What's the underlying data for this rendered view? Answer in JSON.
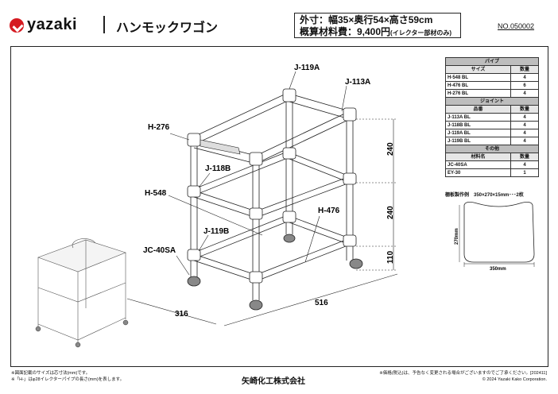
{
  "header": {
    "logo_text": "yazaki",
    "product_name": "ハンモックワゴン",
    "size_label": "外寸：幅35×奥行54×高さ59cm",
    "price_label": "概算材料費：9,400円",
    "price_note": "(イレクター部材のみ)",
    "doc_number": "NO.050002"
  },
  "drawing": {
    "labels": {
      "j119a": "J-119A",
      "j113a": "J-113A",
      "h276": "H-276",
      "j118b": "J-118B",
      "h548": "H-548",
      "h476": "H-476",
      "j119b": "J-119B",
      "jc40sa": "JC-40SA"
    },
    "dims": {
      "h1": "240",
      "h2": "240",
      "h3": "110",
      "width": "316",
      "depth": "516"
    }
  },
  "parts_table": {
    "pipe_title": "パイプ",
    "pipe_headers": [
      "サイズ",
      "数量"
    ],
    "pipes": [
      {
        "name": "H-548 BL",
        "qty": "4"
      },
      {
        "name": "H-476 BL",
        "qty": "6"
      },
      {
        "name": "H-276 BL",
        "qty": "4"
      }
    ],
    "joint_title": "ジョイント",
    "joint_headers": [
      "品番",
      "数量"
    ],
    "joints": [
      {
        "name": "J-113A BL",
        "qty": "4"
      },
      {
        "name": "J-118B BL",
        "qty": "4"
      },
      {
        "name": "J-119A BL",
        "qty": "4"
      },
      {
        "name": "J-119B BL",
        "qty": "4"
      }
    ],
    "other_title": "その他",
    "other_headers": [
      "材料名",
      "数量"
    ],
    "others": [
      {
        "name": "JC-40SA",
        "qty": "4"
      },
      {
        "name": "EY-30",
        "qty": "1"
      }
    ]
  },
  "shelf": {
    "note": "棚板製作例　350×270×15mm･･･2枚",
    "height_dim": "270mm",
    "width_dim": "350mm"
  },
  "footer": {
    "note1": "※図面記載のサイズは芯寸法(mm)です。",
    "note2": "※「H-」はφ28イレクターパイプの長さ(mm)を表します。",
    "company": "矢崎化工株式会社",
    "note3": "※価格(税込)は、予告なく変更される場合がございますのでご了承ください。[202411]",
    "copyright": "© 2024 Yazaki Kako Corporation."
  }
}
